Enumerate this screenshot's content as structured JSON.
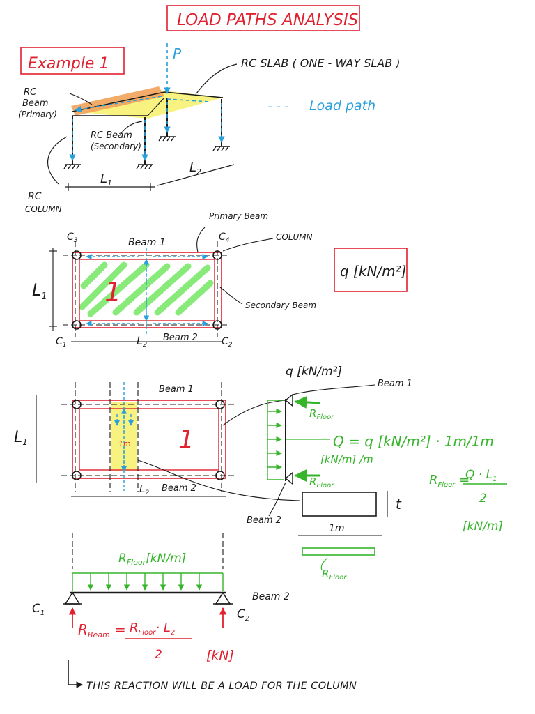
{
  "title": "LOAD PATHS ANALYSIS",
  "example_label": "Example 1",
  "colors": {
    "ink": "#1a1a1a",
    "red": "#e0212f",
    "blue": "#2aa0dc",
    "green": "#36b52b",
    "orange": "#f2a25a",
    "yellow": "#f7f06a",
    "slab_green": "#7be86b"
  },
  "isometric": {
    "load_symbol": "P",
    "slab_label": "RC SLAB ( ONE - WAY SLAB )",
    "legend_dash": "- - -",
    "legend_label": "Load path",
    "beam_primary": [
      "RC",
      "Beam",
      "(Primary)"
    ],
    "beam_secondary": [
      "RC Beam",
      "(Secondary)"
    ],
    "column": [
      "RC",
      "COLUMN"
    ],
    "L1": "L",
    "L1_sub": "1",
    "L2": "L",
    "L2_sub": "2"
  },
  "plan": {
    "primary_beam_label": "Primary Beam",
    "beam1": "Beam 1",
    "beam2": "Beam 2",
    "column_label": "COLUMN",
    "secondary_beam_label": "Secondary Beam",
    "c1": "C",
    "c1_sub": "1",
    "c2": "C",
    "c2_sub": "2",
    "c3": "C",
    "c3_sub": "3",
    "c4": "C",
    "c4_sub": "4",
    "L1": "L",
    "L1_sub": "1",
    "L2": "L",
    "L2_sub": "2",
    "span_mark": "1",
    "q_box": "q [kN/m²]"
  },
  "strip": {
    "beam1": "Beam 1",
    "beam2": "Beam 2",
    "L1": "L",
    "L1_sub": "1",
    "L2": "L",
    "L2_sub": "2",
    "strip_width": "1m",
    "span_mark": "1",
    "q_top": "q [kN/m²]",
    "beam1_right": "Beam 1",
    "beam2_right": "Beam 2",
    "r_floor_top": "R",
    "r_floor_top_sub": "Floor",
    "r_floor_bottom": "R",
    "r_floor_bottom_sub": "Floor",
    "Q_formula": "Q = q [kN/m²] · 1m/1m",
    "Q_units": "[kN/m] /m",
    "R_formula_lhs": "R",
    "R_formula_sub": "Floor",
    "R_formula_num": "Q · L",
    "R_formula_num_sub": "1",
    "R_formula_den": "2",
    "R_formula_units": "[kN/m]",
    "section_t": "t",
    "section_width": "1m",
    "r_floor_section": "R",
    "r_floor_section_sub": "Floor"
  },
  "beam_diagram": {
    "load_label": "R",
    "load_sub": "Floor",
    "load_units": "[kN/m]",
    "beam2": "Beam 2",
    "c1": "C",
    "c1_sub": "1",
    "c2": "C",
    "c2_sub": "2",
    "r_beam_lhs": "R",
    "r_beam_sub": "Beam",
    "r_beam_num": "R",
    "r_beam_num_sub": "Floor",
    "r_beam_num_tail": "· L",
    "r_beam_num_tail_sub": "2",
    "r_beam_den": "2",
    "r_beam_units": "[kN]",
    "conclusion": "THIS REACTION WILL BE A LOAD FOR THE COLUMN"
  }
}
